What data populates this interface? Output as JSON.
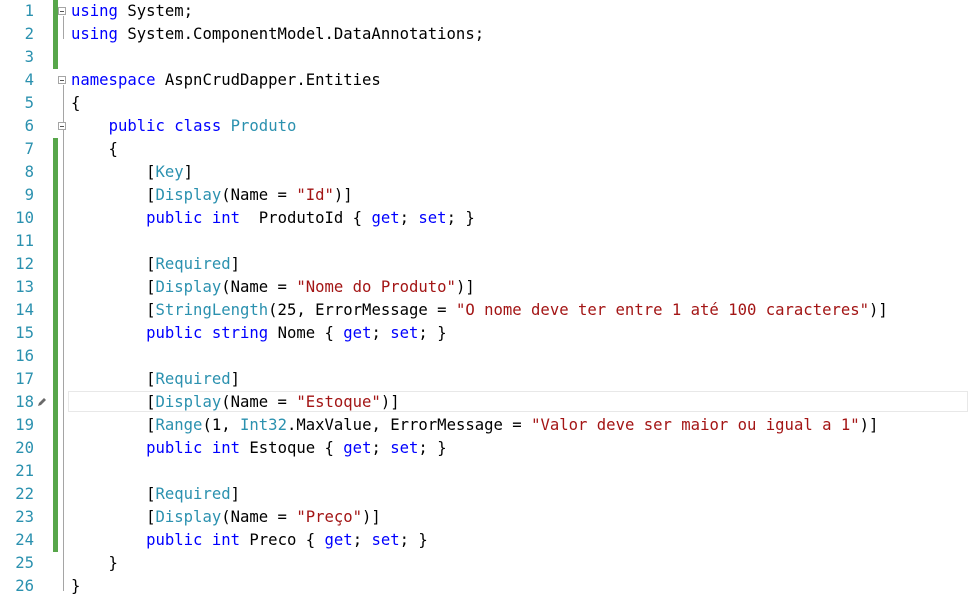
{
  "editor": {
    "line_numbers": [
      "1",
      "2",
      "3",
      "4",
      "5",
      "6",
      "7",
      "8",
      "9",
      "10",
      "11",
      "12",
      "13",
      "14",
      "15",
      "16",
      "17",
      "18",
      "19",
      "20",
      "21",
      "22",
      "23",
      "24",
      "25",
      "26"
    ],
    "lines": [
      [
        {
          "t": "kw",
          "v": "using"
        },
        {
          "t": "pl",
          "v": " System;"
        }
      ],
      [
        {
          "t": "kw",
          "v": "using"
        },
        {
          "t": "pl",
          "v": " System.ComponentModel.DataAnnotations;"
        }
      ],
      [],
      [
        {
          "t": "kw",
          "v": "namespace"
        },
        {
          "t": "pl",
          "v": " AspnCrudDapper.Entities"
        }
      ],
      [
        {
          "t": "pl",
          "v": "{"
        }
      ],
      [
        {
          "t": "pl",
          "v": "    "
        },
        {
          "t": "kw",
          "v": "public"
        },
        {
          "t": "pl",
          "v": " "
        },
        {
          "t": "kw",
          "v": "class"
        },
        {
          "t": "pl",
          "v": " "
        },
        {
          "t": "ty",
          "v": "Produto"
        }
      ],
      [
        {
          "t": "pl",
          "v": "    {"
        }
      ],
      [
        {
          "t": "pl",
          "v": "        ["
        },
        {
          "t": "ty",
          "v": "Key"
        },
        {
          "t": "pl",
          "v": "]"
        }
      ],
      [
        {
          "t": "pl",
          "v": "        ["
        },
        {
          "t": "ty",
          "v": "Display"
        },
        {
          "t": "pl",
          "v": "(Name = "
        },
        {
          "t": "st",
          "v": "\"Id\""
        },
        {
          "t": "pl",
          "v": ")]"
        }
      ],
      [
        {
          "t": "pl",
          "v": "        "
        },
        {
          "t": "kw",
          "v": "public"
        },
        {
          "t": "pl",
          "v": " "
        },
        {
          "t": "kw",
          "v": "int"
        },
        {
          "t": "pl",
          "v": "  ProdutoId { "
        },
        {
          "t": "kw",
          "v": "get"
        },
        {
          "t": "pl",
          "v": "; "
        },
        {
          "t": "kw",
          "v": "set"
        },
        {
          "t": "pl",
          "v": "; }"
        }
      ],
      [],
      [
        {
          "t": "pl",
          "v": "        ["
        },
        {
          "t": "ty",
          "v": "Required"
        },
        {
          "t": "pl",
          "v": "]"
        }
      ],
      [
        {
          "t": "pl",
          "v": "        ["
        },
        {
          "t": "ty",
          "v": "Display"
        },
        {
          "t": "pl",
          "v": "(Name = "
        },
        {
          "t": "st",
          "v": "\"Nome do Produto\""
        },
        {
          "t": "pl",
          "v": ")]"
        }
      ],
      [
        {
          "t": "pl",
          "v": "        ["
        },
        {
          "t": "ty",
          "v": "StringLength"
        },
        {
          "t": "pl",
          "v": "(25, ErrorMessage = "
        },
        {
          "t": "st",
          "v": "\"O nome deve ter entre 1 até 100 caracteres\""
        },
        {
          "t": "pl",
          "v": ")]"
        }
      ],
      [
        {
          "t": "pl",
          "v": "        "
        },
        {
          "t": "kw",
          "v": "public"
        },
        {
          "t": "pl",
          "v": " "
        },
        {
          "t": "kw",
          "v": "string"
        },
        {
          "t": "pl",
          "v": " Nome { "
        },
        {
          "t": "kw",
          "v": "get"
        },
        {
          "t": "pl",
          "v": "; "
        },
        {
          "t": "kw",
          "v": "set"
        },
        {
          "t": "pl",
          "v": "; }"
        }
      ],
      [],
      [
        {
          "t": "pl",
          "v": "        ["
        },
        {
          "t": "ty",
          "v": "Required"
        },
        {
          "t": "pl",
          "v": "]"
        }
      ],
      [
        {
          "t": "pl",
          "v": "        ["
        },
        {
          "t": "ty",
          "v": "Display"
        },
        {
          "t": "pl",
          "v": "(Name = "
        },
        {
          "t": "st",
          "v": "\"Estoque\""
        },
        {
          "t": "pl",
          "v": ")]"
        }
      ],
      [
        {
          "t": "pl",
          "v": "        ["
        },
        {
          "t": "ty",
          "v": "Range"
        },
        {
          "t": "pl",
          "v": "(1, "
        },
        {
          "t": "ty",
          "v": "Int32"
        },
        {
          "t": "pl",
          "v": ".MaxValue, ErrorMessage = "
        },
        {
          "t": "st",
          "v": "\"Valor deve ser maior ou igual a 1\""
        },
        {
          "t": "pl",
          "v": ")]"
        }
      ],
      [
        {
          "t": "pl",
          "v": "        "
        },
        {
          "t": "kw",
          "v": "public"
        },
        {
          "t": "pl",
          "v": " "
        },
        {
          "t": "kw",
          "v": "int"
        },
        {
          "t": "pl",
          "v": " Estoque { "
        },
        {
          "t": "kw",
          "v": "get"
        },
        {
          "t": "pl",
          "v": "; "
        },
        {
          "t": "kw",
          "v": "set"
        },
        {
          "t": "pl",
          "v": "; }"
        }
      ],
      [],
      [
        {
          "t": "pl",
          "v": "        ["
        },
        {
          "t": "ty",
          "v": "Required"
        },
        {
          "t": "pl",
          "v": "]"
        }
      ],
      [
        {
          "t": "pl",
          "v": "        ["
        },
        {
          "t": "ty",
          "v": "Display"
        },
        {
          "t": "pl",
          "v": "(Name = "
        },
        {
          "t": "st",
          "v": "\"Preço\""
        },
        {
          "t": "pl",
          "v": ")]"
        }
      ],
      [
        {
          "t": "pl",
          "v": "        "
        },
        {
          "t": "kw",
          "v": "public"
        },
        {
          "t": "pl",
          "v": " "
        },
        {
          "t": "kw",
          "v": "int"
        },
        {
          "t": "pl",
          "v": " Preco { "
        },
        {
          "t": "kw",
          "v": "get"
        },
        {
          "t": "pl",
          "v": "; "
        },
        {
          "t": "kw",
          "v": "set"
        },
        {
          "t": "pl",
          "v": "; }"
        }
      ],
      [
        {
          "t": "pl",
          "v": "    }"
        }
      ],
      [
        {
          "t": "pl",
          "v": "}"
        }
      ]
    ],
    "changed_lines": [
      1,
      2,
      3,
      7,
      8,
      9,
      10,
      11,
      12,
      13,
      14,
      15,
      16,
      17,
      18,
      19,
      20,
      21,
      22,
      23,
      24
    ],
    "fold_lines": [
      1,
      4,
      6
    ],
    "current_line": 18,
    "colors": {
      "keyword": "#0000ff",
      "type": "#2b91af",
      "string": "#a31515",
      "line_number": "#2b91af",
      "change_bar": "#57a64a"
    },
    "current_line_icon": "pencil-icon"
  }
}
